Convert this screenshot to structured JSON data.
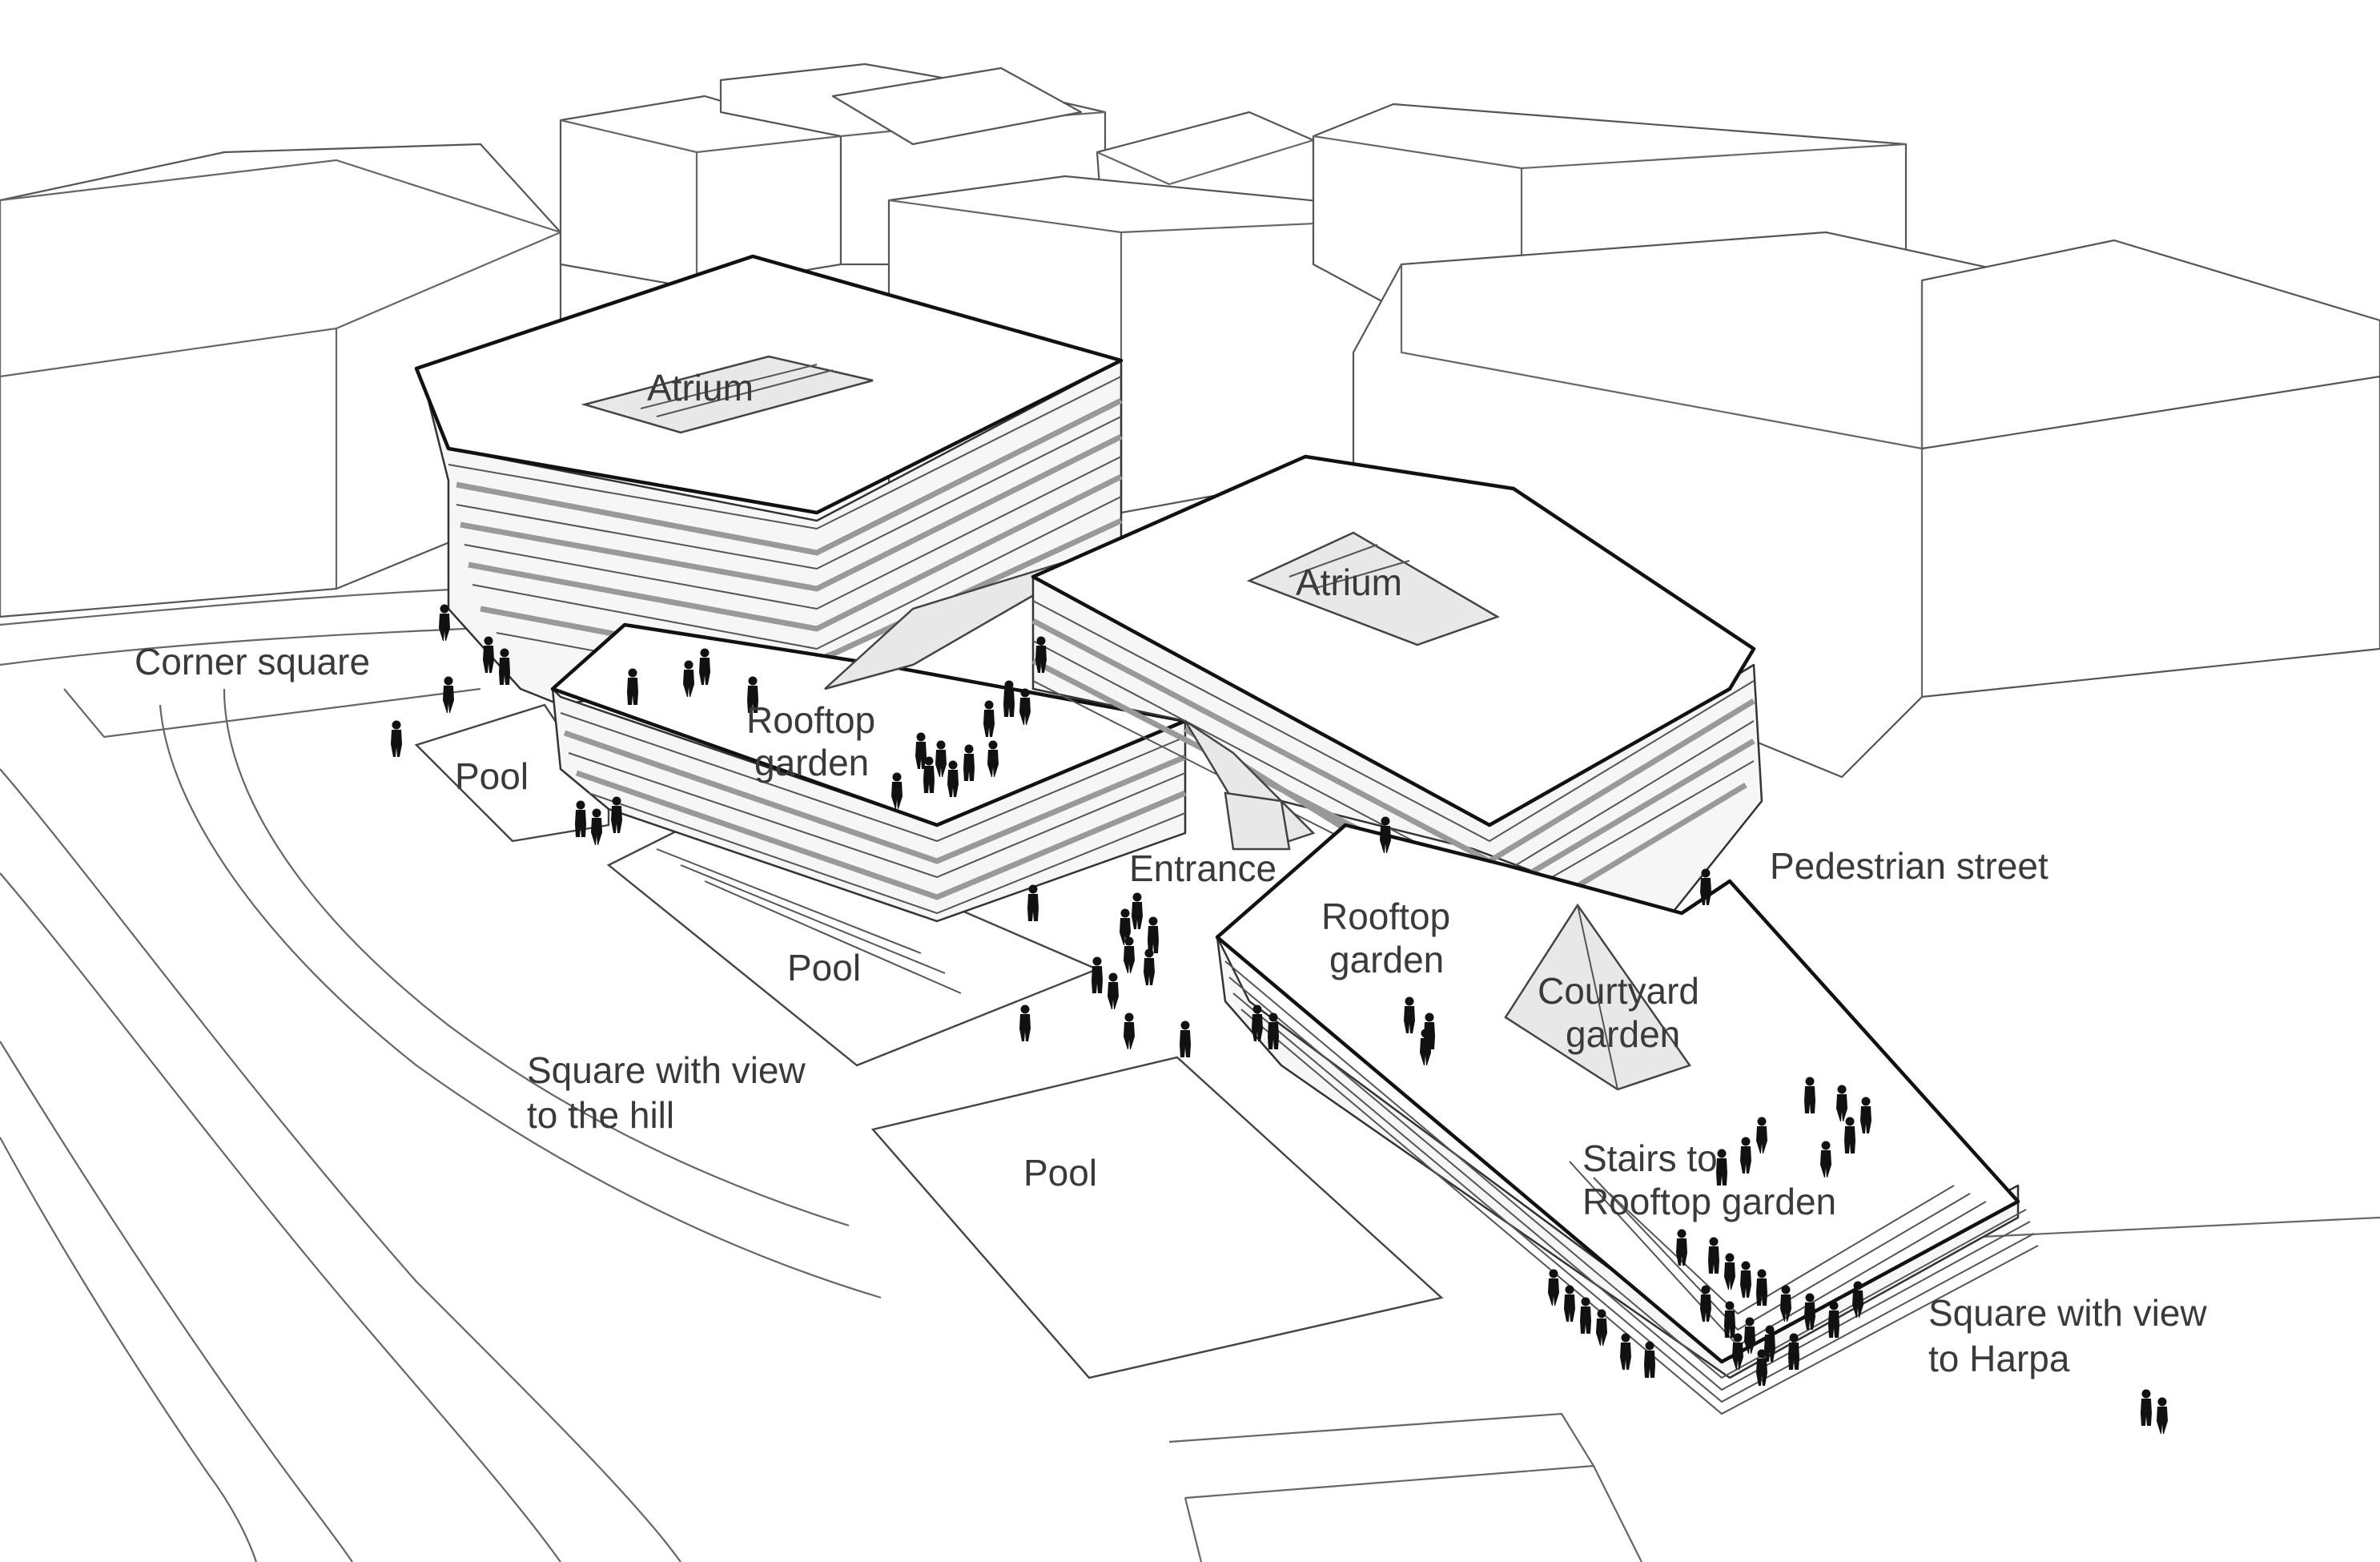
{
  "labels": {
    "atrium_left": "Atrium",
    "atrium_right": "Atrium",
    "corner_square": "Corner square",
    "pool_small": "Pool",
    "rooftop_garden_left_1": "Rooftop",
    "rooftop_garden_left_2": "garden",
    "entrance": "Entrance",
    "pedestrian_street": "Pedestrian street",
    "pool_middle": "Pool",
    "rooftop_garden_right_1": "Rooftop",
    "rooftop_garden_right_2": "garden",
    "courtyard_garden_1": "Courtyard",
    "courtyard_garden_2": "garden",
    "square_hill_1": "Square with view",
    "square_hill_2": "to the hill",
    "pool_large": "Pool",
    "stairs_1": "Stairs to",
    "stairs_2": "Rooftop garden",
    "square_harpa_1": "Square with view",
    "square_harpa_2": "to Harpa"
  }
}
